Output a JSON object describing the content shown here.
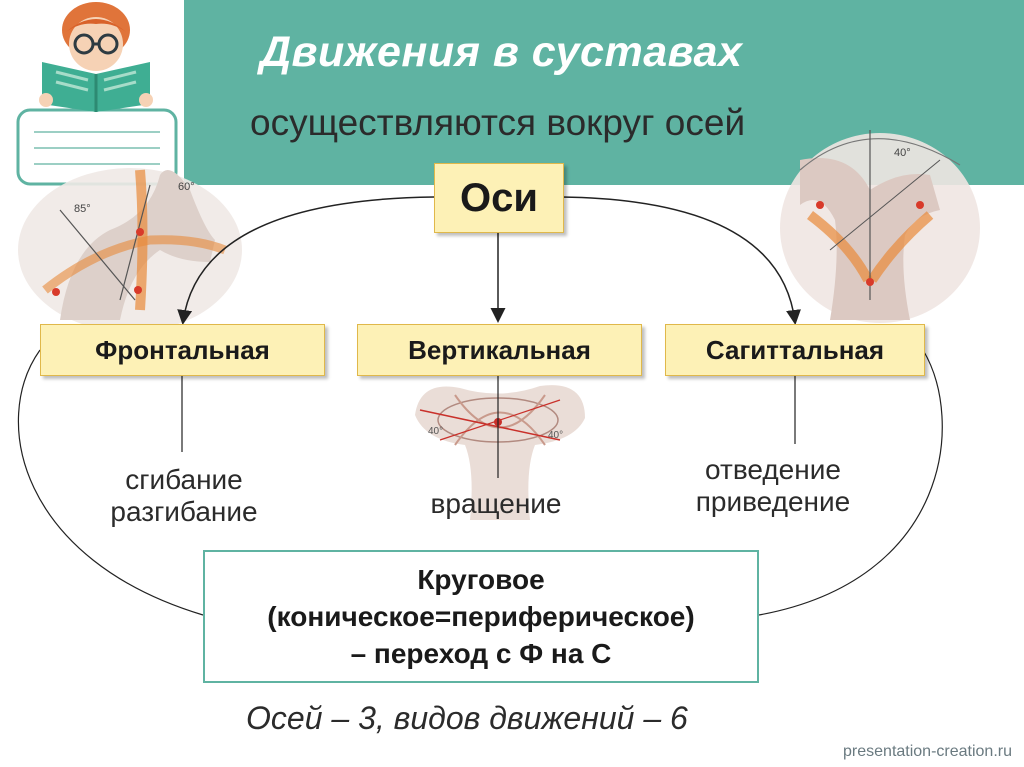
{
  "header": {
    "title": "Движения в суставах",
    "subtitle": "осуществляются вокруг осей"
  },
  "main_node": "Оси",
  "axes": [
    {
      "label": "Фронтальная",
      "motions": [
        "сгибание",
        "разгибание"
      ]
    },
    {
      "label": "Вертикальная",
      "motions": [
        "вращение"
      ]
    },
    {
      "label": "Сагиттальная",
      "motions": [
        "отведение",
        "приведение"
      ]
    }
  ],
  "circular": {
    "line1": "Круговое",
    "line2": "(коническое=периферическое)",
    "line3": "– переход с Ф на С"
  },
  "summary": "Осей – 3, видов движений – 6",
  "watermark": "presentation-creation.ru",
  "figure_degree_labels": [
    "85°",
    "60°",
    "40°",
    "40°",
    "40°"
  ],
  "colors": {
    "banner": "#5fb3a2",
    "box_fill": "#fdf1b6",
    "box_border": "#e0b84a",
    "circular_border": "#5fb3a2"
  }
}
